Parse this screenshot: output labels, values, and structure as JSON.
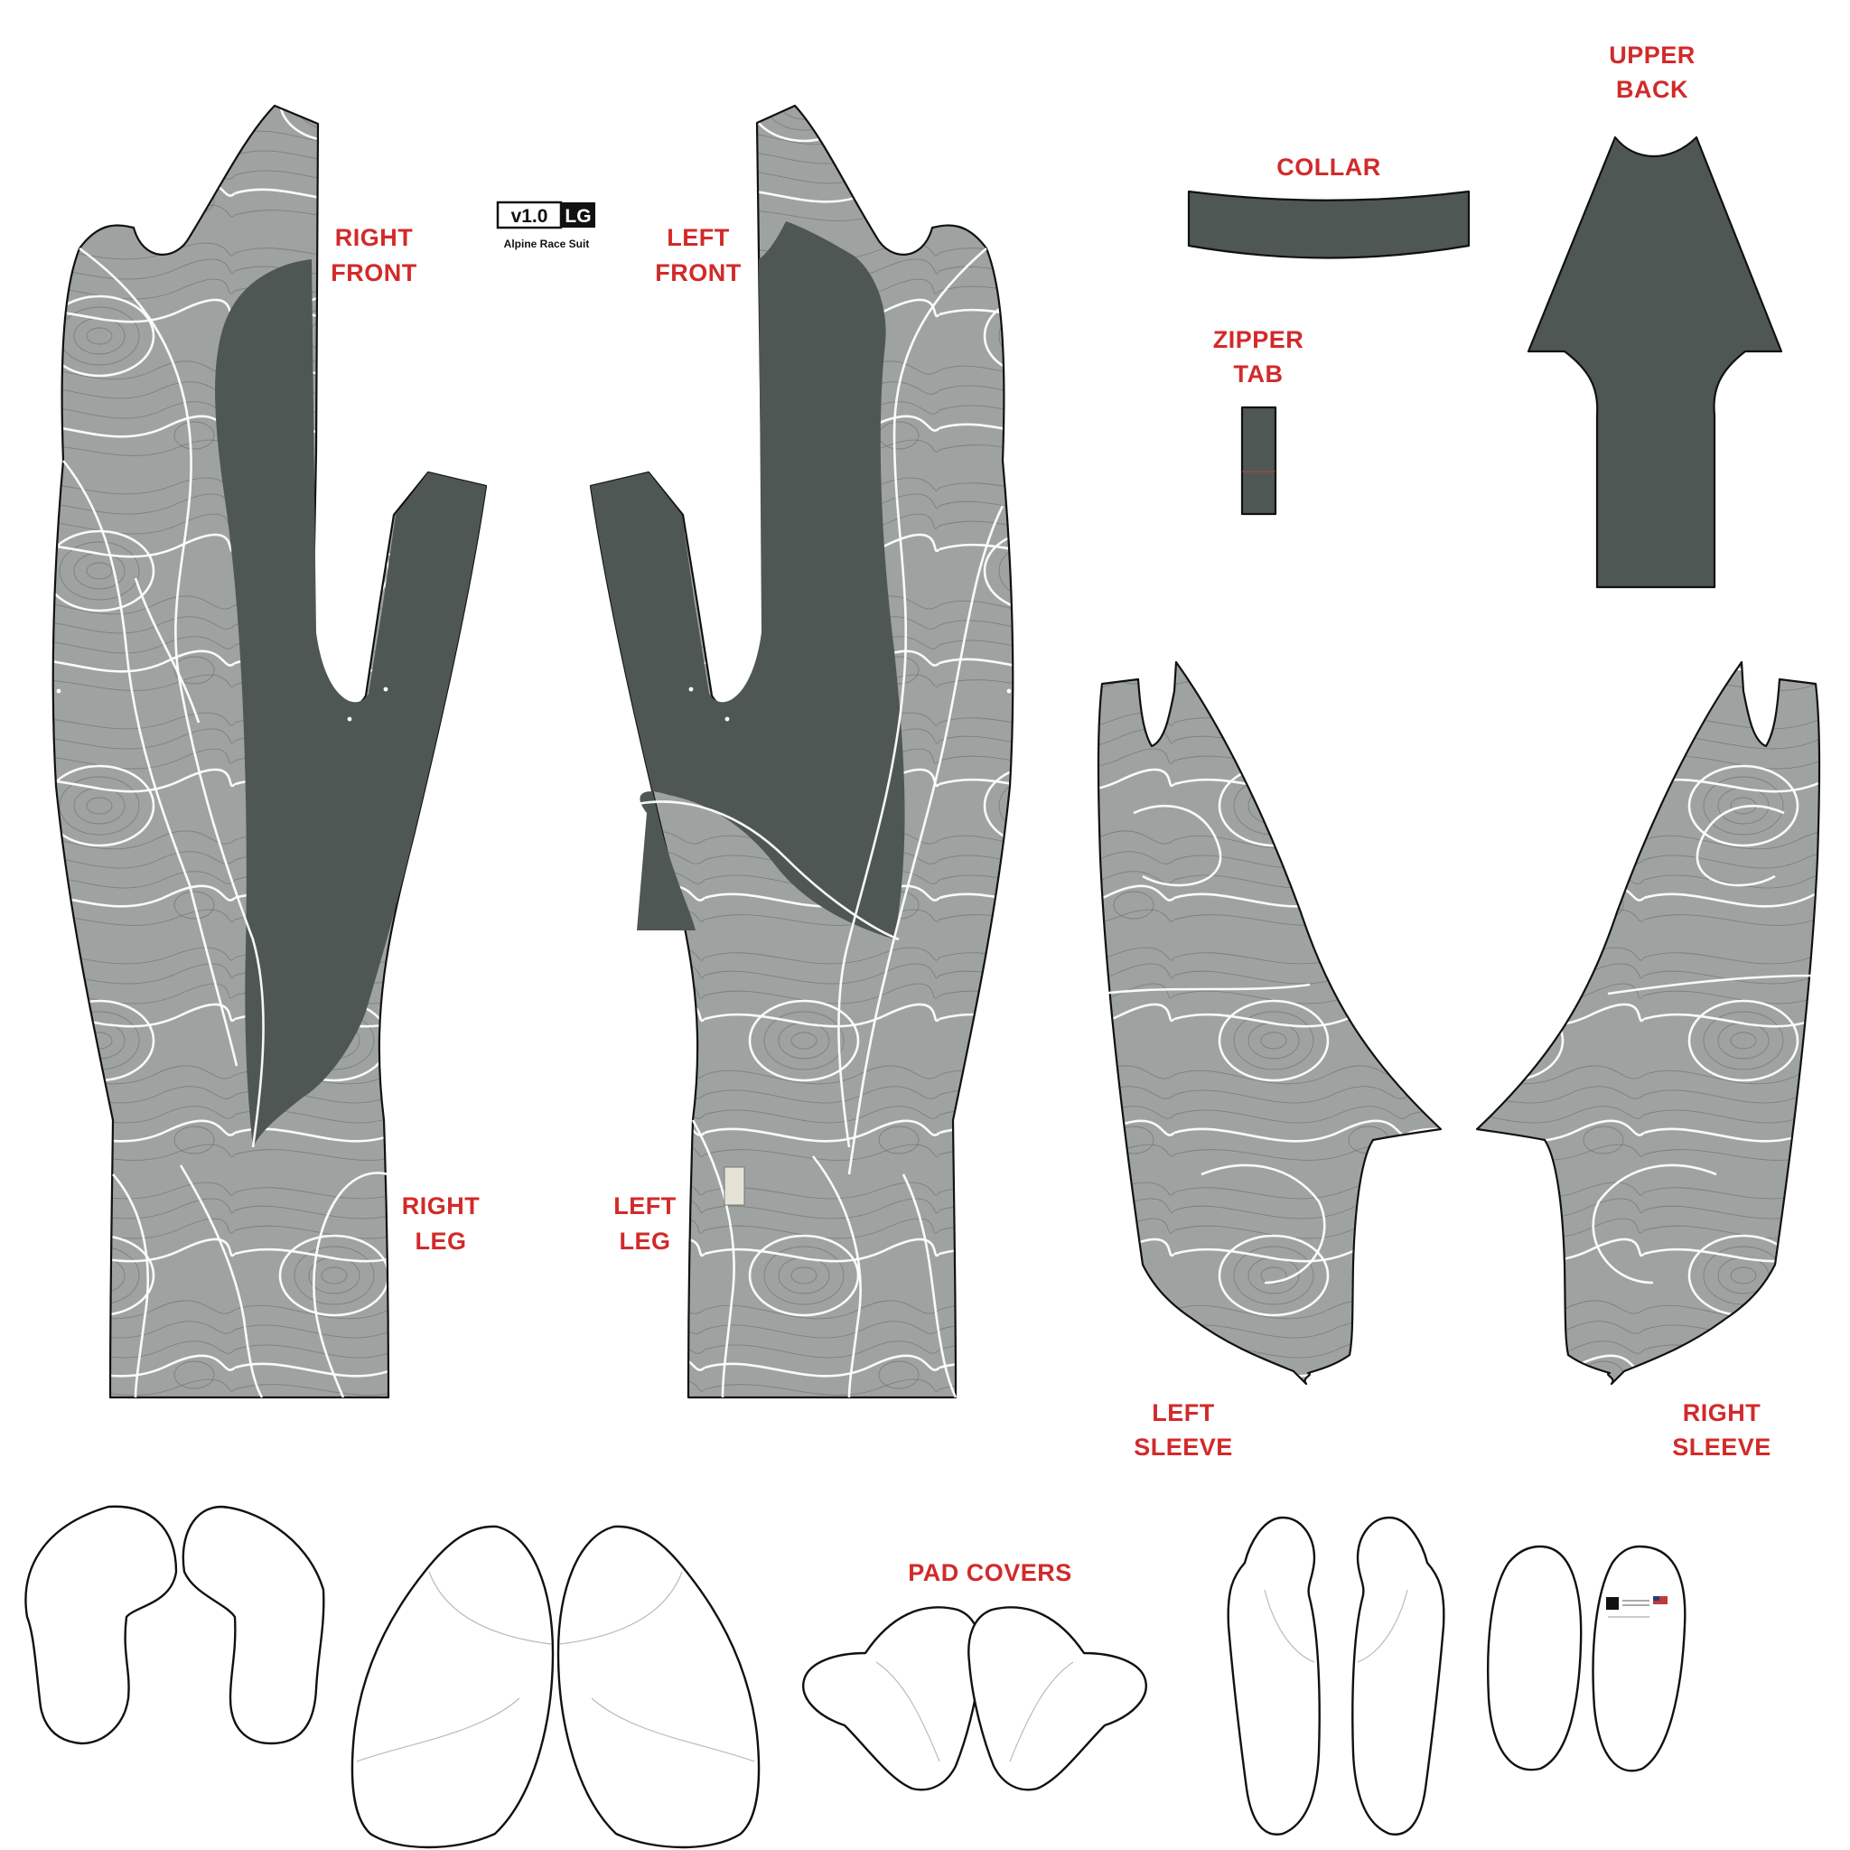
{
  "colors": {
    "label_red": "#d22a2a",
    "topo_gray": "#9ea3a1",
    "dark_gray": "#4f5754",
    "outline": "#111111"
  },
  "logo": {
    "version": "v1.0",
    "brand": "LG",
    "product": "Alpine Race Suit"
  },
  "labels": {
    "right_front": [
      "RIGHT",
      "FRONT"
    ],
    "left_front": [
      "LEFT",
      "FRONT"
    ],
    "right_leg": [
      "RIGHT",
      "LEG"
    ],
    "left_leg": [
      "LEFT",
      "LEG"
    ],
    "collar": "COLLAR",
    "upper_back": [
      "UPPER",
      "BACK"
    ],
    "zipper_tab": [
      "ZIPPER",
      "TAB"
    ],
    "left_sleeve": [
      "LEFT",
      "SLEEVE"
    ],
    "right_sleeve": [
      "RIGHT",
      "SLEEVE"
    ],
    "pad_covers": "PAD COVERS"
  }
}
